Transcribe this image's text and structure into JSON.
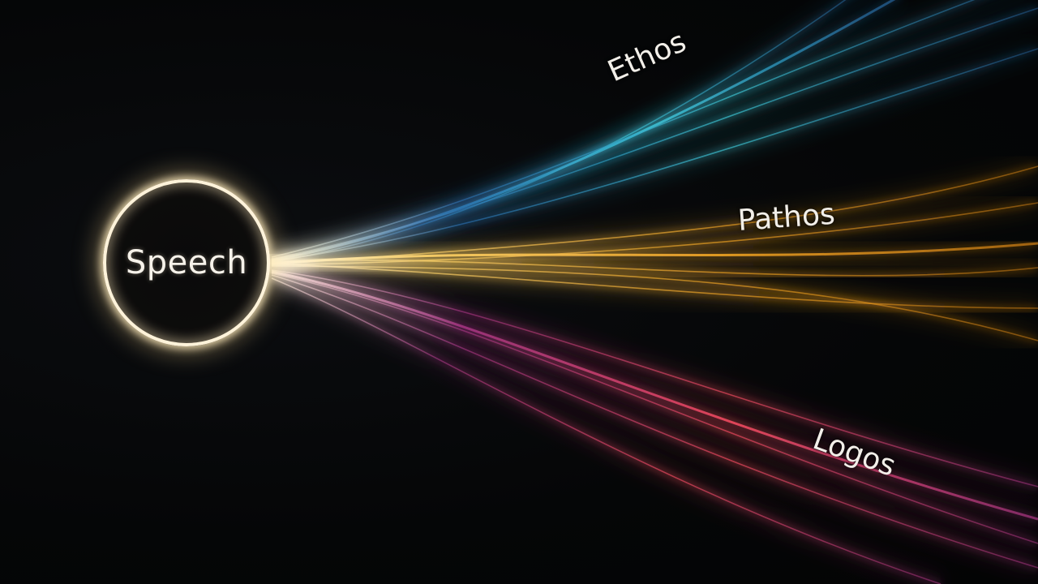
{
  "center": {
    "label": "Speech",
    "glow_color": "#fff3da"
  },
  "branches": [
    {
      "label": "Ethos",
      "color": "#3fc7d6",
      "secondary_color": "#2a6fb0"
    },
    {
      "label": "Pathos",
      "color": "#f5a623",
      "secondary_color": "#ffc94a"
    },
    {
      "label": "Logos",
      "color": "#ef4a5e",
      "secondary_color": "#b03a8a"
    }
  ],
  "background_color": "#050607"
}
